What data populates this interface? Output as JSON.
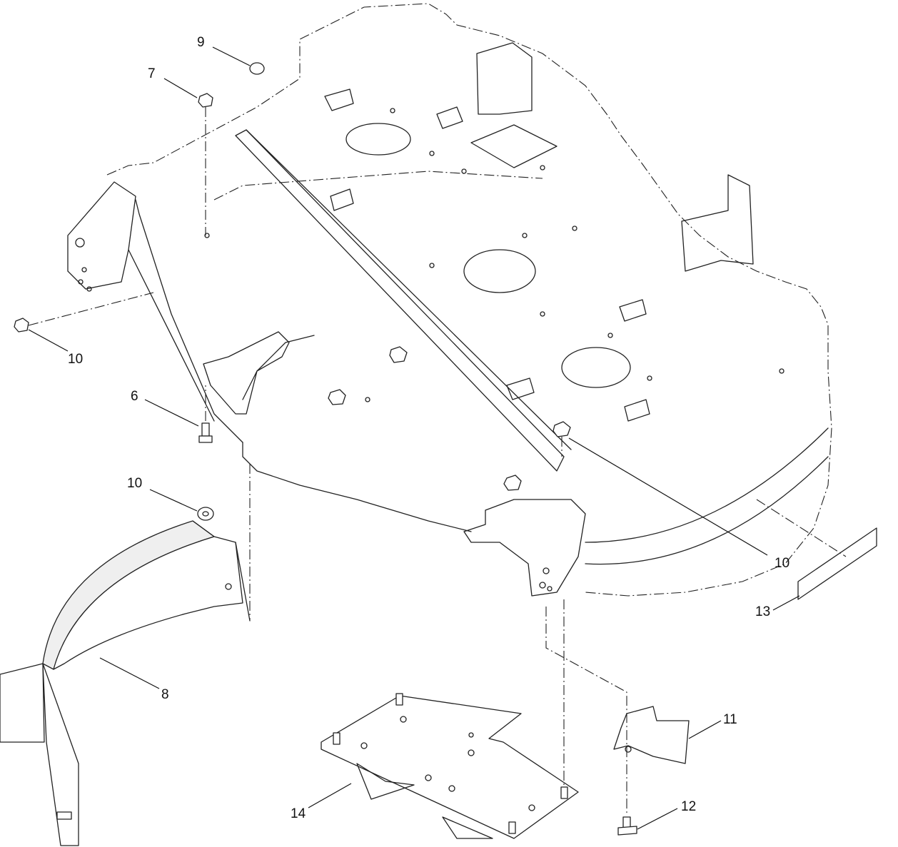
{
  "callouts": [
    {
      "id": "c9",
      "label": "9"
    },
    {
      "id": "c7",
      "label": "7"
    },
    {
      "id": "c10a",
      "label": "10"
    },
    {
      "id": "c6",
      "label": "6"
    },
    {
      "id": "c10b",
      "label": "10"
    },
    {
      "id": "c10c",
      "label": "10"
    },
    {
      "id": "c13",
      "label": "13"
    },
    {
      "id": "c8",
      "label": "8"
    },
    {
      "id": "c11",
      "label": "11"
    },
    {
      "id": "c14",
      "label": "14"
    },
    {
      "id": "c12",
      "label": "12"
    }
  ]
}
